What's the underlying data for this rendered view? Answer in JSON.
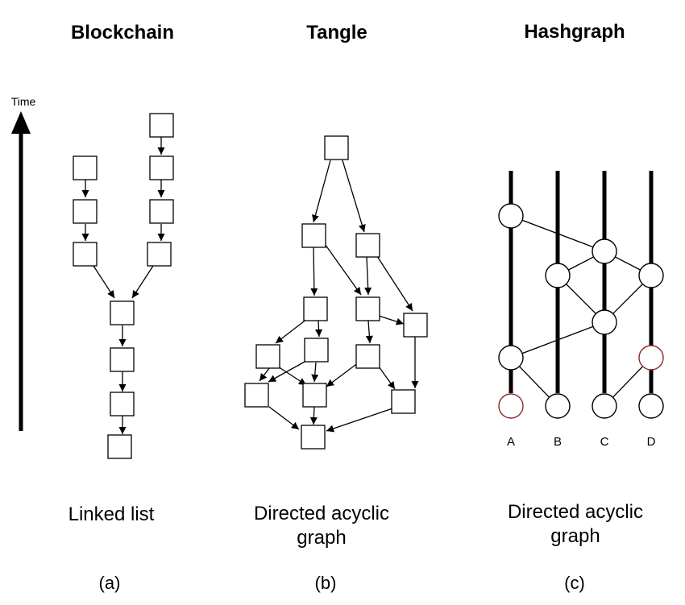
{
  "panels": [
    {
      "title": "Blockchain",
      "caption_lines": [
        "Linked list"
      ],
      "sublabel": "(a)"
    },
    {
      "title": "Tangle",
      "caption_lines": [
        "Directed acyclic",
        "graph"
      ],
      "sublabel": "(b)"
    },
    {
      "title": "Hashgraph",
      "caption_lines": [
        "Directed acyclic",
        "graph"
      ],
      "sublabel": "(c)"
    }
  ],
  "time_label": "Time",
  "hashgraph_members": [
    "A",
    "B",
    "C",
    "D"
  ],
  "colors": {
    "stroke": "#000000",
    "highlight_node": "#8b2a2a",
    "background": "#ffffff"
  }
}
